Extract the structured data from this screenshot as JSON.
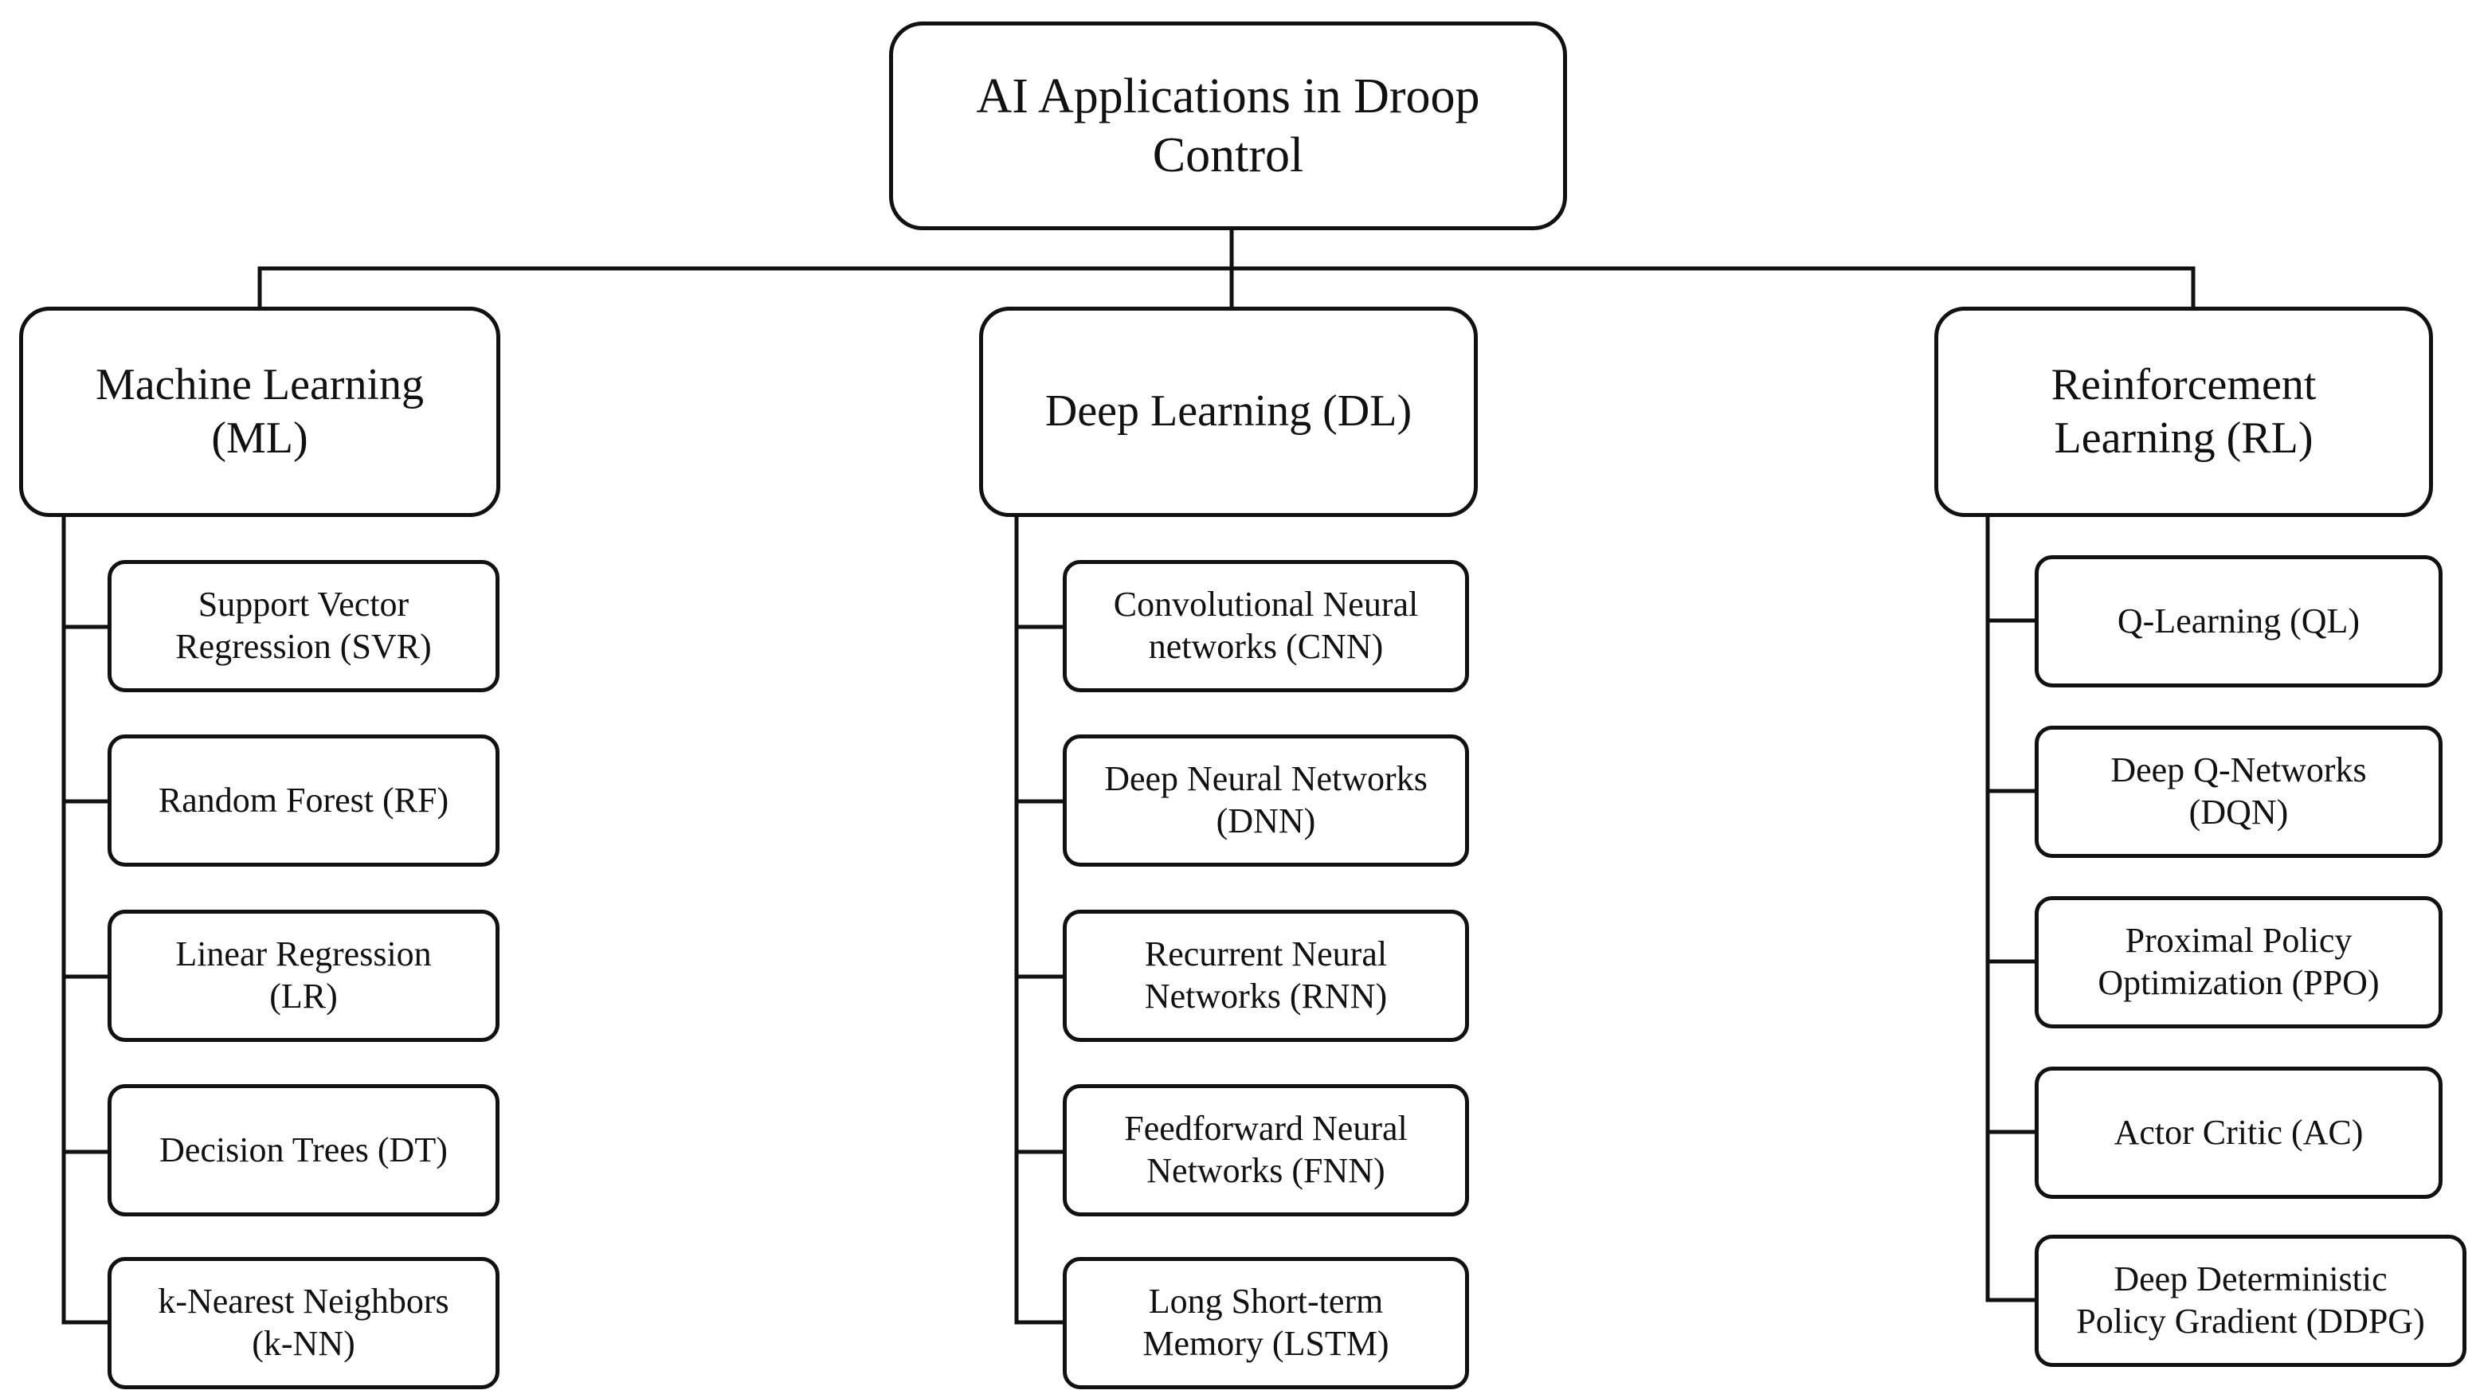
{
  "root": {
    "title_line1": "AI Applications in Droop",
    "title_line2": "Control"
  },
  "categories": [
    {
      "line1": "Machine Learning",
      "line2": "(ML)",
      "items": [
        {
          "line1": "Support Vector",
          "line2": "Regression (SVR)"
        },
        {
          "line1": "Random Forest (RF)",
          "line2": ""
        },
        {
          "line1": "Linear Regression",
          "line2": "(LR)"
        },
        {
          "line1": "Decision Trees (DT)",
          "line2": ""
        },
        {
          "line1": "k-Nearest Neighbors",
          "line2": "(k-NN)"
        }
      ]
    },
    {
      "line1": "Deep Learning (DL)",
      "line2": "",
      "items": [
        {
          "line1": "Convolutional Neural",
          "line2": "networks (CNN)"
        },
        {
          "line1": "Deep Neural Networks",
          "line2": "(DNN)"
        },
        {
          "line1": "Recurrent Neural",
          "line2": "Networks (RNN)"
        },
        {
          "line1": "Feedforward Neural",
          "line2": "Networks (FNN)"
        },
        {
          "line1": "Long Short-term",
          "line2": "Memory (LSTM)"
        }
      ]
    },
    {
      "line1": "Reinforcement",
      "line2": "Learning (RL)",
      "items": [
        {
          "line1": "Q-Learning (QL)",
          "line2": ""
        },
        {
          "line1": "Deep Q-Networks",
          "line2": "(DQN)"
        },
        {
          "line1": "Proximal Policy",
          "line2": "Optimization (PPO)"
        },
        {
          "line1": "Actor Critic (AC)",
          "line2": ""
        },
        {
          "line1": "Deep Deterministic",
          "line2": "Policy Gradient (DDPG)"
        }
      ]
    }
  ]
}
